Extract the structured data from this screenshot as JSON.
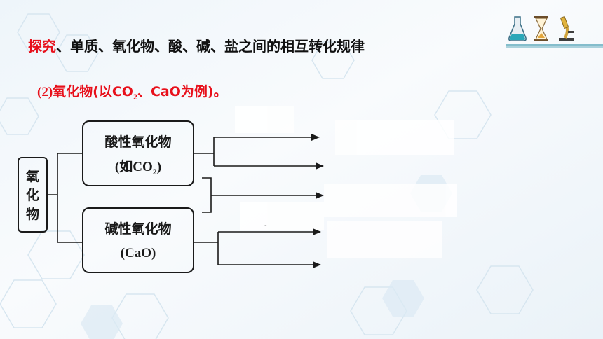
{
  "heading": {
    "prefix": "探究",
    "text": "、单质、氧化物、酸、碱、盐之间的相互转化规律",
    "color": "#e8101b"
  },
  "subheading": {
    "part1": "(2)",
    "part2": "氧化物",
    "part3": "(以CO",
    "sub": "2",
    "part4": "、CaO",
    "part5": "为例)",
    "part6": "。"
  },
  "diagram": {
    "side_label": [
      "氧",
      "化",
      "物"
    ],
    "acid_box": {
      "line1": "酸性氧化物",
      "line2_open": "(",
      "line2_cn": "如",
      "line2_formula": "CO",
      "line2_sub": "2",
      "line2_close": ")"
    },
    "base_box": {
      "line1": "碱性氧化物",
      "line2": "(CaO)"
    },
    "small_mark": "-"
  },
  "icons": [
    "flask-icon",
    "hourglass-icon",
    "microscope-icon"
  ]
}
